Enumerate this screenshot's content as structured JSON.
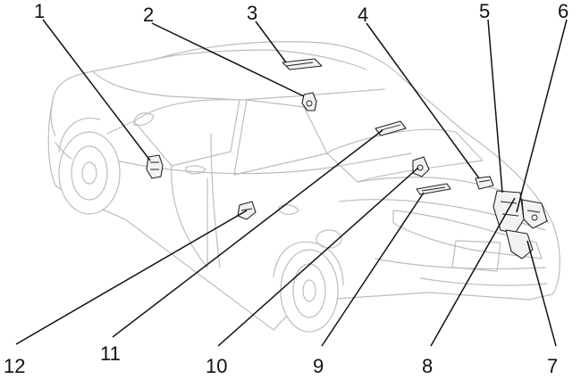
{
  "diagram": {
    "accent": "#111111",
    "car_outline_color": "#bdbdbd",
    "callouts": [
      {
        "id": "1",
        "label": "1"
      },
      {
        "id": "2",
        "label": "2"
      },
      {
        "id": "3",
        "label": "3"
      },
      {
        "id": "4",
        "label": "4"
      },
      {
        "id": "5",
        "label": "5"
      },
      {
        "id": "6",
        "label": "6"
      },
      {
        "id": "7",
        "label": "7"
      },
      {
        "id": "8",
        "label": "8"
      },
      {
        "id": "9",
        "label": "9"
      },
      {
        "id": "10",
        "label": "10"
      },
      {
        "id": "11",
        "label": "11"
      },
      {
        "id": "12",
        "label": "12"
      }
    ]
  }
}
